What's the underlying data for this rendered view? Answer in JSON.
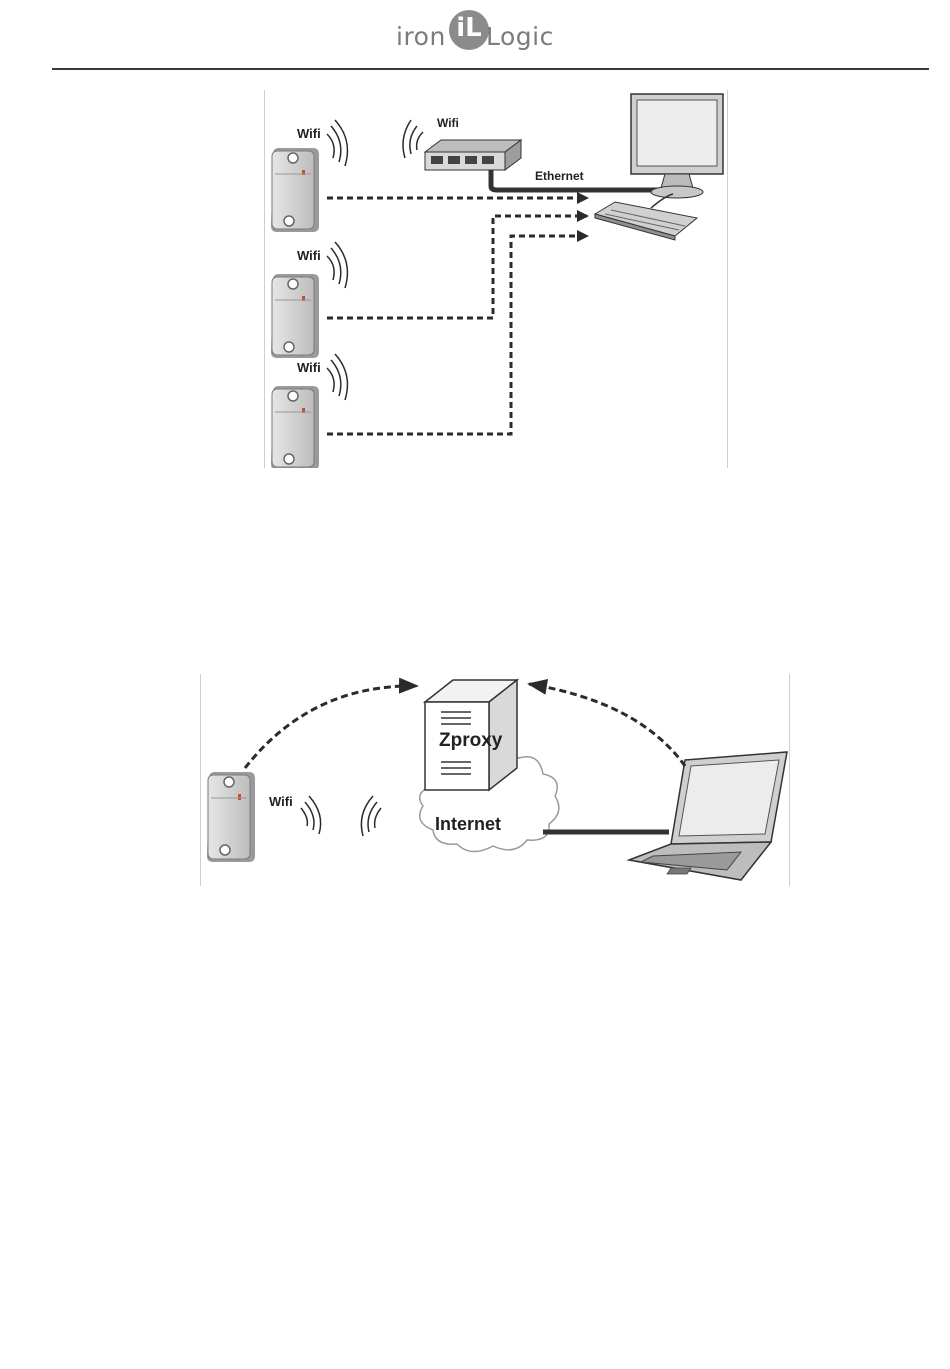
{
  "header": {
    "logo_left": "iron",
    "logo_mark": "iL",
    "logo_right": "Logic"
  },
  "figure_top": {
    "reader_labels": [
      "Wifi",
      "Wifi",
      "Wifi"
    ],
    "router_label": "Wifi",
    "ethernet_label": "Ethernet"
  },
  "figure_bottom": {
    "server_label": "Zproxy",
    "cloud_label": "Internet",
    "reader_label": "Wifi"
  },
  "colors": {
    "line": "#2b2b2b",
    "device_fill": "#d4d4d4",
    "logo_grey": "#8b8b8b"
  },
  "icons": [
    "card-reader-icon",
    "wifi-router-icon",
    "desktop-monitor-icon",
    "keyboard-icon",
    "server-icon",
    "cloud-icon",
    "laptop-icon",
    "wifi-waves-icon"
  ]
}
